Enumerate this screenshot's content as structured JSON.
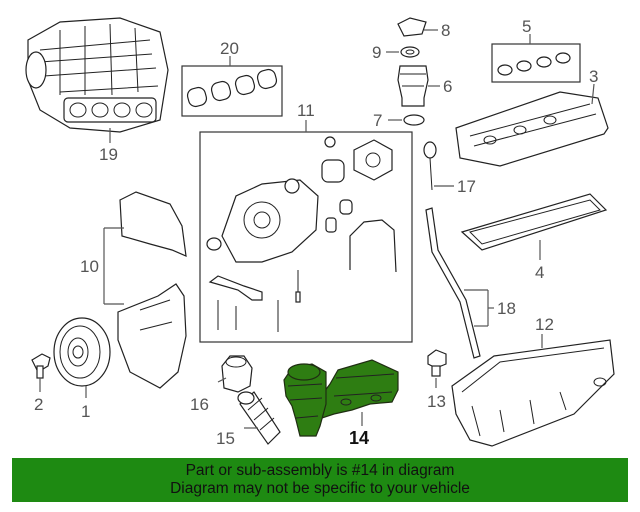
{
  "callouts": {
    "c1": "1",
    "c2": "2",
    "c3": "3",
    "c4": "4",
    "c5": "5",
    "c6": "6",
    "c7": "7",
    "c8": "8",
    "c9": "9",
    "c10": "10",
    "c11": "11",
    "c12": "12",
    "c13": "13",
    "c14": "14",
    "c15": "15",
    "c16": "16",
    "c17": "17",
    "c18": "18",
    "c19": "19",
    "c20": "20"
  },
  "highlighted_part": "14",
  "colors": {
    "highlight_fill": "#2e7d12",
    "banner_background": "#1e8a12"
  },
  "banner": {
    "line1": "Part or sub-assembly is #14 in diagram",
    "line2": "Diagram may not be specific to your vehicle"
  }
}
